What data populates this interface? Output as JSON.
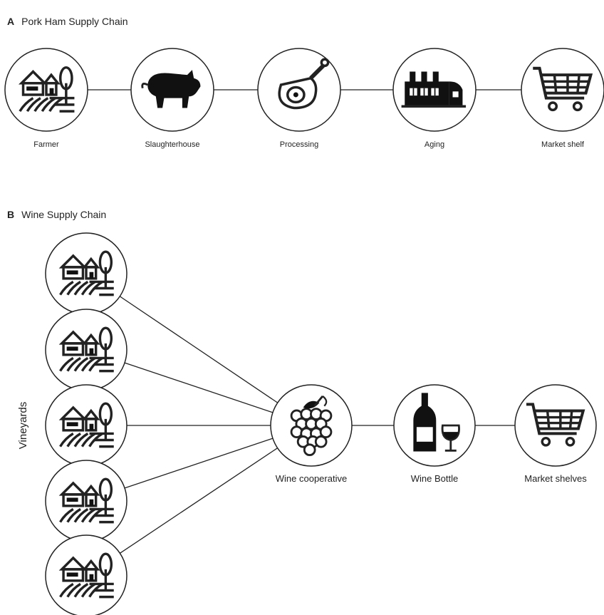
{
  "panel_a": {
    "letter": "A",
    "title": "Pork Ham Supply Chain",
    "nodes": [
      {
        "label": "Farmer",
        "icon": "farm-icon"
      },
      {
        "label": "Slaughterhouse",
        "icon": "pig-icon"
      },
      {
        "label": "Processing",
        "icon": "ham-leg-icon"
      },
      {
        "label": "Aging",
        "icon": "aging-facility-icon"
      },
      {
        "label": "Market shelf",
        "icon": "shopping-cart-icon"
      }
    ]
  },
  "panel_b": {
    "letter": "B",
    "title": "Wine Supply Chain",
    "group_label": "Vineyards",
    "vineyards": [
      {
        "icon": "farm-icon"
      },
      {
        "icon": "farm-icon"
      },
      {
        "icon": "farm-icon"
      },
      {
        "icon": "farm-icon"
      },
      {
        "icon": "farm-icon"
      }
    ],
    "chain": [
      {
        "label": "Wine cooperative",
        "icon": "grapes-icon"
      },
      {
        "label": "Wine Bottle",
        "icon": "wine-bottle-glass-icon"
      },
      {
        "label": "Market shelves",
        "icon": "shopping-cart-icon"
      }
    ]
  },
  "colors": {
    "stroke": "#222222",
    "fill": "#111111",
    "background": "#ffffff"
  }
}
